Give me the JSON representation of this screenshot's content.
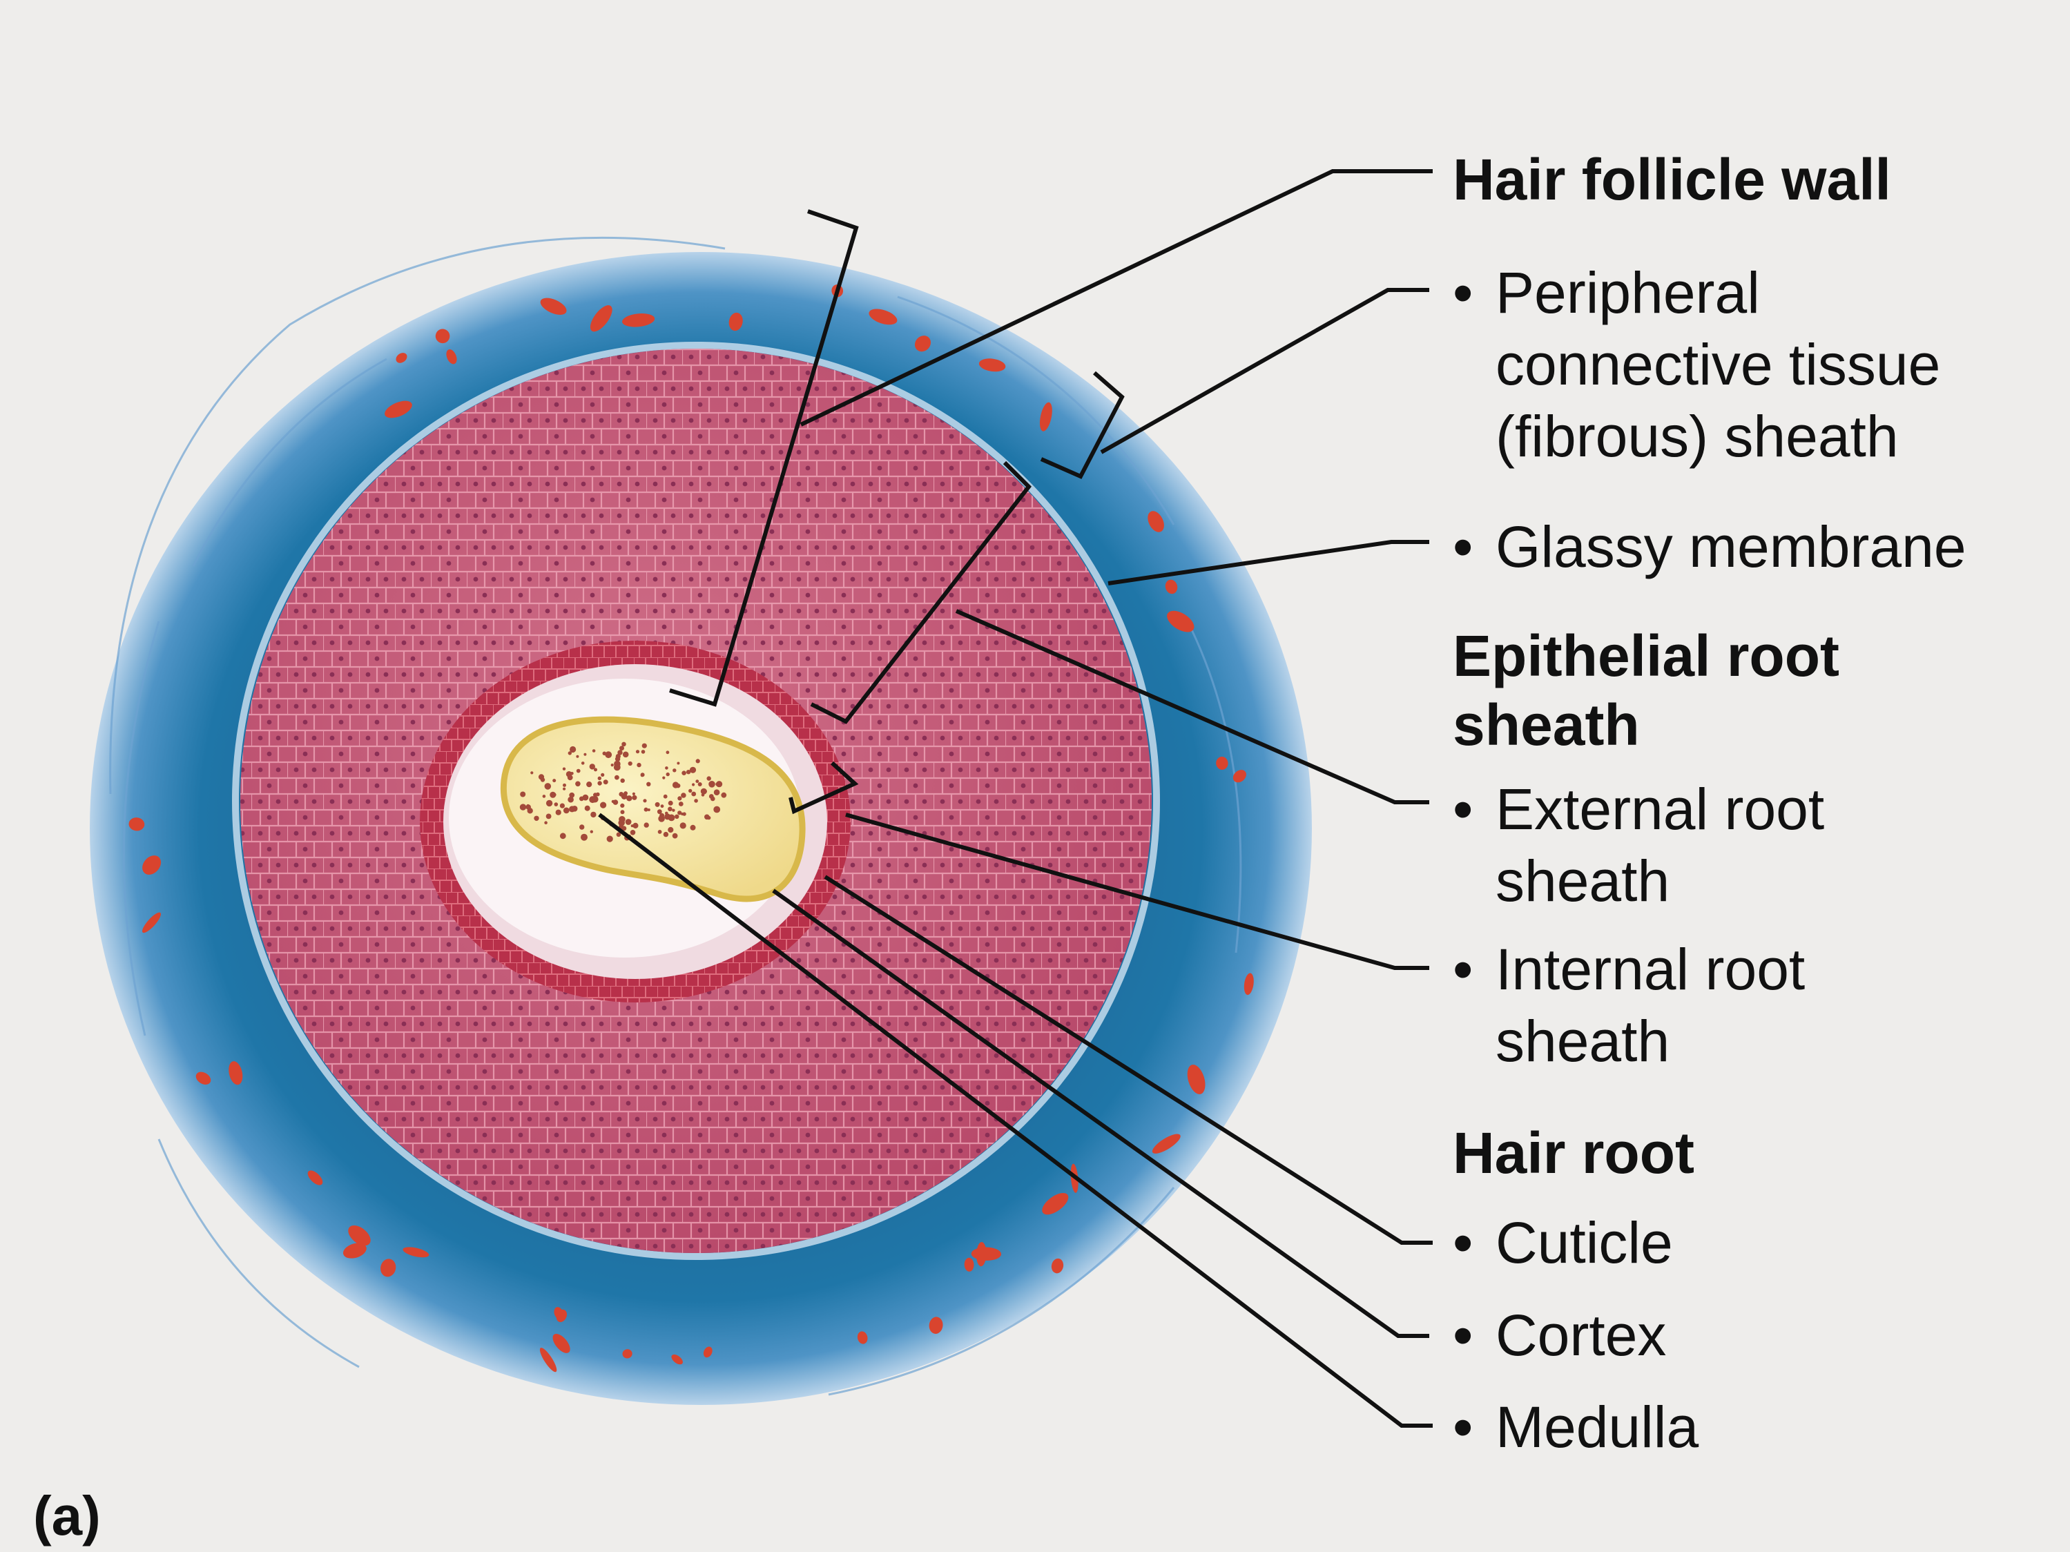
{
  "labels": {
    "hair_follicle_wall": "Hair follicle wall",
    "peripheral_sheath": [
      "Peripheral",
      "connective tissue",
      "(fibrous) sheath"
    ],
    "glassy_membrane": "Glassy membrane",
    "epithelial_root_sheath": [
      "Epithelial root",
      "sheath"
    ],
    "external_root_sheath": [
      "External root",
      "sheath"
    ],
    "internal_root_sheath": [
      "Internal root",
      "sheath"
    ],
    "hair_root": "Hair root",
    "cuticle": "Cuticle",
    "cortex": "Cortex",
    "medulla": "Medulla"
  },
  "panel_label": "(a)",
  "colors": {
    "background": "#eeedeb",
    "connective_sheath": "#1f6f9d",
    "connective_sheath_edge": "#8fb6d8",
    "external_root_sheath": "#c4506f",
    "internal_root_ring": "#b8304a",
    "glassy_membrane": "#f1e6ea",
    "hair_cortex": "#f4e8a8",
    "cuticle": "#d8b84a",
    "medulla_dots": "#a34a3a",
    "blood_vessels": "#d9442e",
    "leader_lines": "#111111"
  }
}
